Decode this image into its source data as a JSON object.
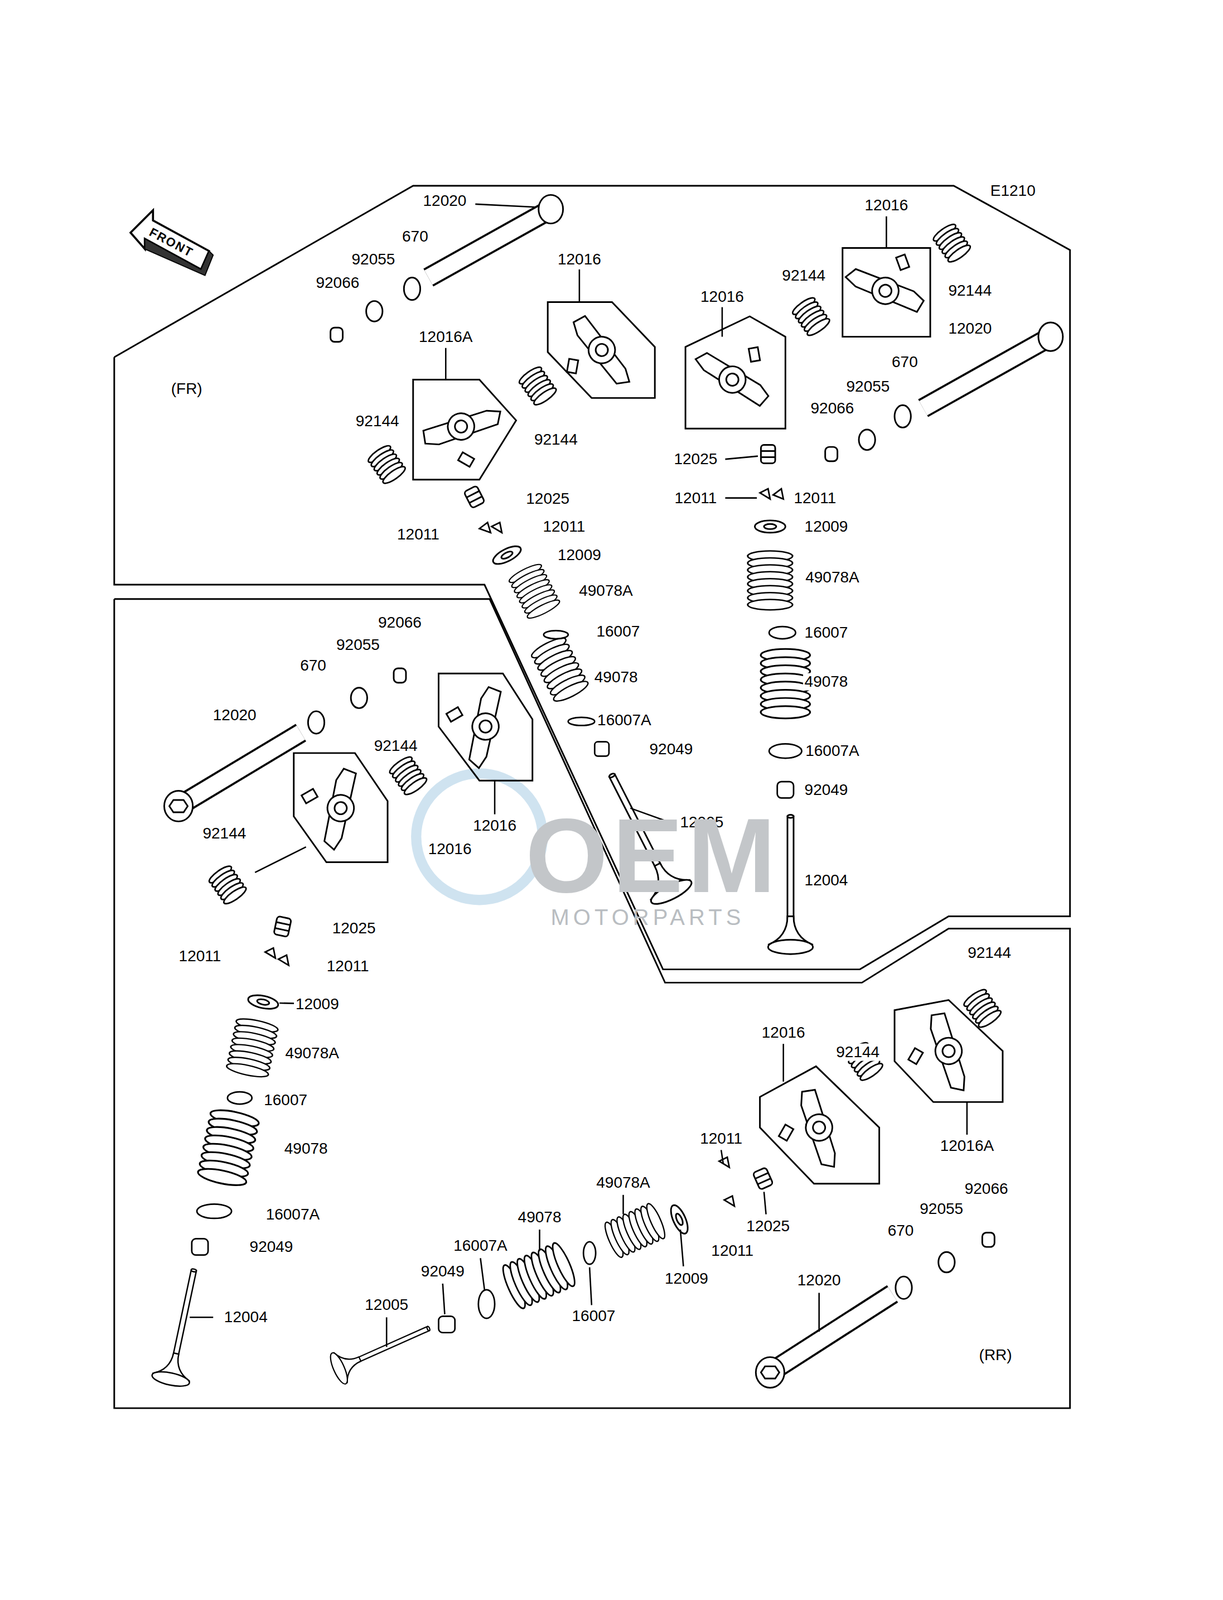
{
  "diagram": {
    "labels": [
      "E1210",
      "FRONT",
      "12020",
      "670",
      "92055",
      "92066",
      "12016",
      "12016",
      "12016",
      "92144",
      "92144",
      "12020",
      "670",
      "92055",
      "92066",
      "(FR)",
      "12016A",
      "92144",
      "92144",
      "12025",
      "12011",
      "12011",
      "12025",
      "12011",
      "12011",
      "12009",
      "12009",
      "49078A",
      "49078A",
      "16007",
      "16007",
      "49078",
      "49078",
      "16007A",
      "16007A",
      "92049",
      "92049",
      "12005",
      "12004",
      "92066",
      "92055",
      "670",
      "12020",
      "92144",
      "12016",
      "12016",
      "92144",
      "12025",
      "12011",
      "12011",
      "12009",
      "49078A",
      "16007",
      "49078",
      "16007A",
      "92049",
      "12004",
      "92144",
      "12016",
      "92144",
      "12016A",
      "12011",
      "49078A",
      "49078",
      "16007A",
      "92049",
      "12005",
      "16007",
      "12009",
      "12025",
      "12011",
      "92066",
      "92055",
      "670",
      "12020",
      "(RR)",
      "OEM",
      "MOTORPARTS"
    ]
  }
}
